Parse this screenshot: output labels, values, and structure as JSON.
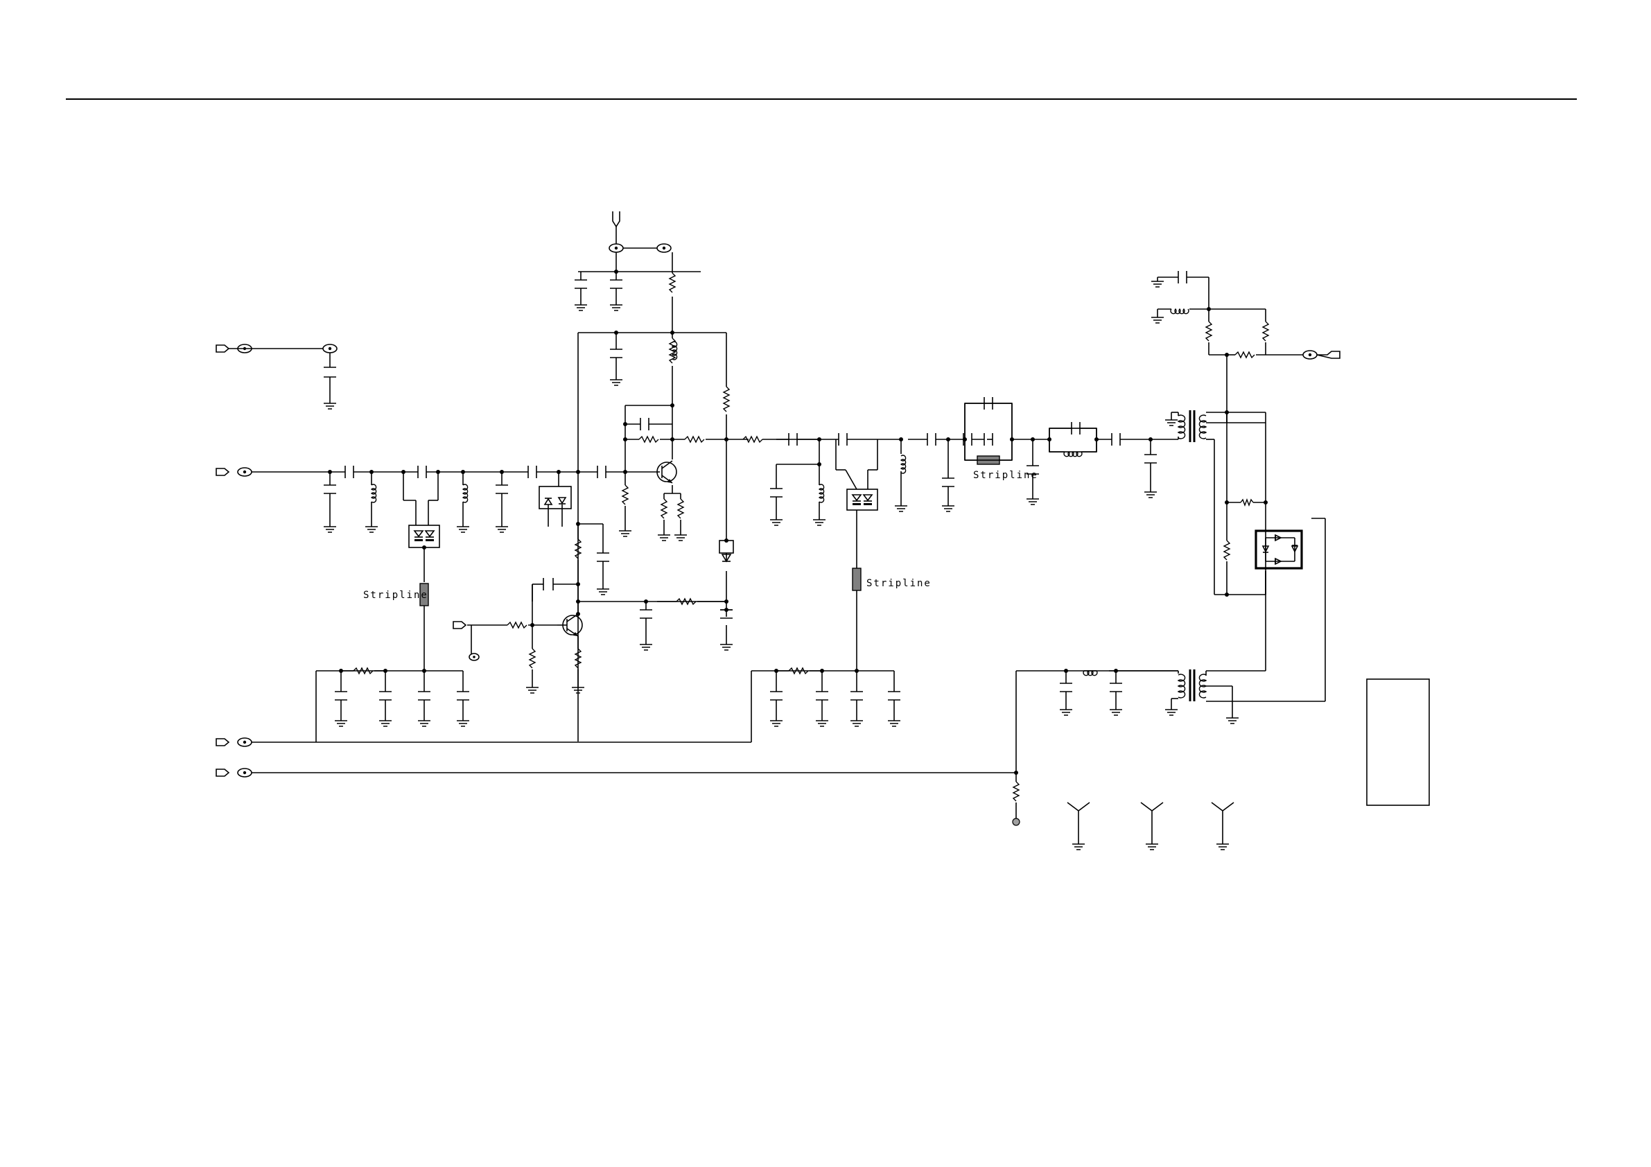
{
  "labels": {
    "stripline_a": "Stripline",
    "stripline_b": "Stripline",
    "stripline_c": "Stripline"
  },
  "colors": {
    "ink": "#000000",
    "stripline_fill": "#808080",
    "test_point_fill": "#a0a0a0",
    "background": "#ffffff"
  }
}
